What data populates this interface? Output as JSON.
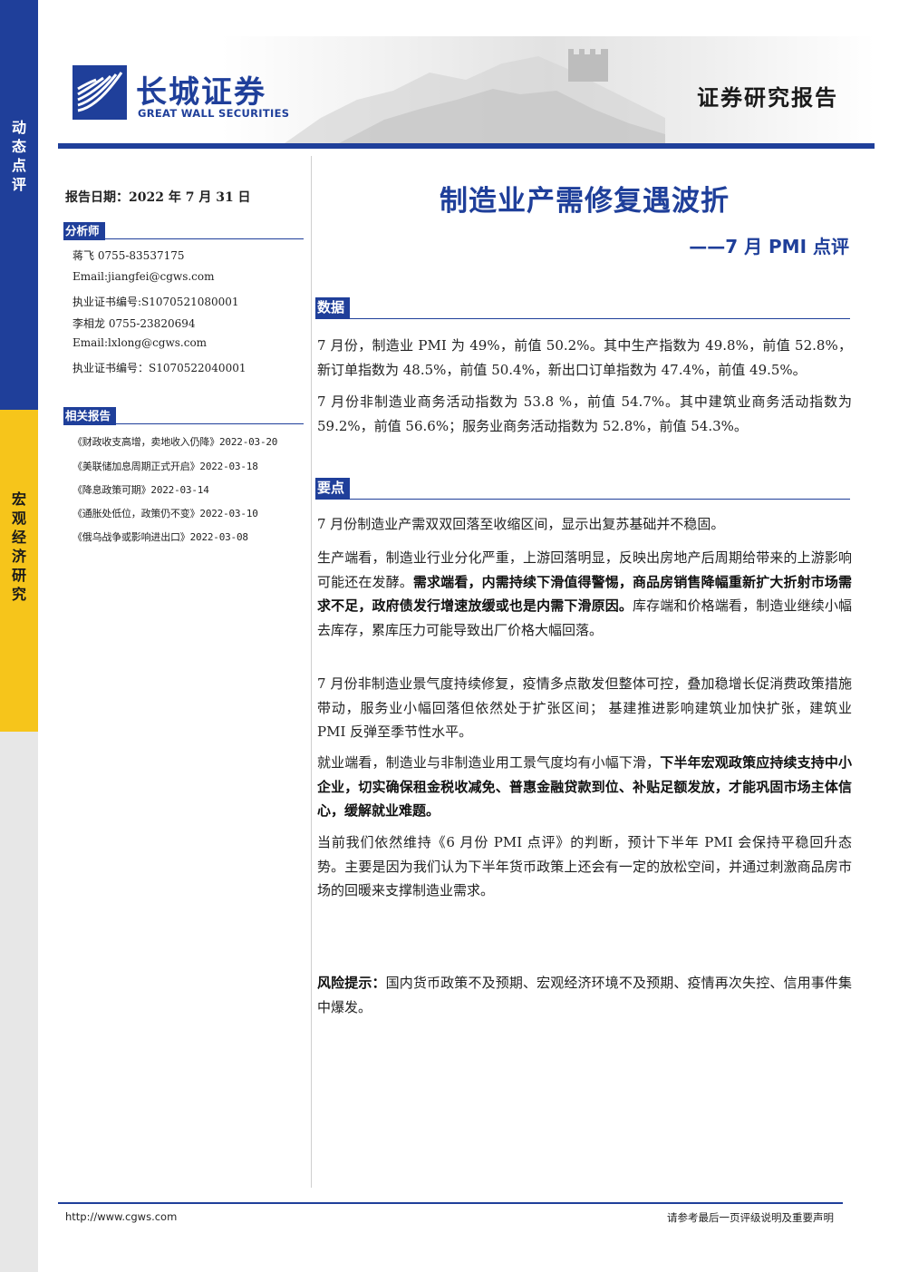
{
  "side_band": {
    "top_label": "动态点评",
    "bottom_label": "宏观经济研究"
  },
  "header": {
    "logo_cn": "长城证券",
    "logo_en": "GREAT WALL SECURITIES",
    "report_type": "证券研究报告",
    "brand_color": "#1f3f9a"
  },
  "left": {
    "report_date": "报告日期：2022 年 7 月 31 日",
    "analyst_heading": "分析师",
    "analysts": [
      "蒋飞 0755-83537175",
      "Email:jiangfei@cgws.com",
      "执业证书编号:S1070521080001",
      "李相龙 0755-23820694",
      "Email:lxlong@cgws.com",
      "执业证书编号：S1070522040001"
    ],
    "related_heading": "相关报告",
    "related": [
      "《财政收支高增，卖地收入仍降》2022-03-20",
      "《美联储加息周期正式开启》2022-03-18",
      "《降息政策可期》2022-03-14",
      "《通胀处低位，政策仍不变》2022-03-10",
      "《俄乌战争或影响进出口》2022-03-08"
    ]
  },
  "main": {
    "title": "制造业产需修复遇波折",
    "subtitle": "——7 月 PMI 点评",
    "data_heading": "数据",
    "data_paras": [
      "7 月份，制造业 PMI 为 49%，前值 50.2%。其中生产指数为 49.8%，前值 52.8%，新订单指数为 48.5%，前值 50.4%，新出口订单指数为 47.4%，前值 49.5%。",
      "7 月份非制造业商务活动指数为 53.8 %，前值 54.7%。其中建筑业商务活动指数为 59.2%，前值 56.6%；服务业商务活动指数为 52.8%，前值 54.3%。"
    ],
    "points_heading": "要点",
    "p1": "7 月份制造业产需双双回落至收缩区间，显示出复苏基础并不稳固。",
    "p2_normal": "生产端看，制造业行业分化严重，上游回落明显，反映出房地产后周期给带来的上游影响可能还在发酵。",
    "p2_bold": "需求端看，内需持续下滑值得警惕，商品房销售降幅重新扩大折射市场需求不足，政府债发行增速放缓或也是内需下滑原因。",
    "p2_tail": "库存端和价格端看，制造业继续小幅去库存，累库压力可能导致出厂价格大幅回落。",
    "p3": "7 月份非制造业景气度持续修复，疫情多点散发但整体可控，叠加稳增长促消费政策措施带动，服务业小幅回落但依然处于扩张区间； 基建推进影响建筑业加快扩张，建筑业 PMI 反弹至季节性水平。",
    "p4_normal": "就业端看，制造业与非制造业用工景气度均有小幅下滑，",
    "p4_bold": "下半年宏观政策应持续支持中小企业，切实确保租金税收减免、普惠金融贷款到位、补贴足额发放，才能巩固市场主体信心，缓解就业难题。",
    "p5": "当前我们依然维持《6 月份 PMI 点评》的判断，预计下半年 PMI 会保持平稳回升态势。主要是因为我们认为下半年货币政策上还会有一定的放松空间，并通过刺激商品房市场的回暖来支撑制造业需求。",
    "risk_label": "风险提示：",
    "risk_text": "国内货币政策不及预期、宏观经济环境不及预期、疫情再次失控、信用事件集中爆发。"
  },
  "footer": {
    "url": "http://www.cgws.com",
    "disclaimer": "请参考最后一页评级说明及重要声明"
  }
}
